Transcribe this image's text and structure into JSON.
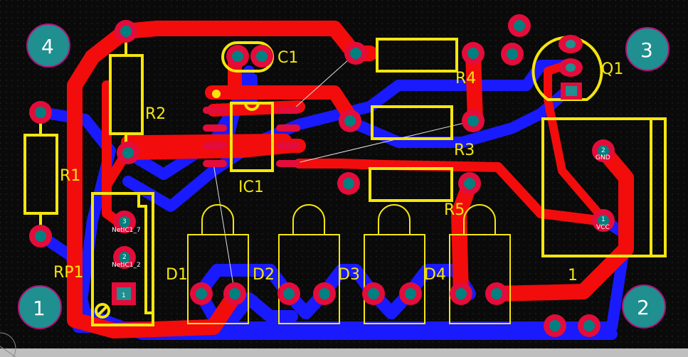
{
  "board": {
    "colors": {
      "background": "#0a0a0a",
      "top_copper": "#f20c0c",
      "bottom_copper": "#1a1aff",
      "silkscreen": "#f5e60c",
      "pad": "#e30c3a",
      "drill": "#008080",
      "mount_hole": "#1f8f8f"
    },
    "mounting_holes": [
      {
        "label": "4"
      },
      {
        "label": "3"
      },
      {
        "label": "1"
      },
      {
        "label": "2"
      }
    ],
    "components": {
      "r1": "R1",
      "r2": "R2",
      "r3": "R3",
      "r4": "R4",
      "r5": "R5",
      "c1": "C1",
      "ic1": "IC1",
      "q1": "Q1",
      "rp1": "RP1",
      "d1": "D1",
      "d2": "D2",
      "d3": "D3",
      "d4": "D4",
      "conn": "1"
    },
    "pad_labels": {
      "conn_pin2_num": "2",
      "conn_pin2_net": "GND",
      "conn_pin1_num": "1",
      "conn_pin1_net": "VCC",
      "rp1_pin3_num": "3",
      "rp1_pin3_net": "NetIC1_7",
      "rp1_pin2_num": "2",
      "rp1_pin2_net": "NetIC1_2",
      "rp1_pin1_num": "1"
    }
  }
}
